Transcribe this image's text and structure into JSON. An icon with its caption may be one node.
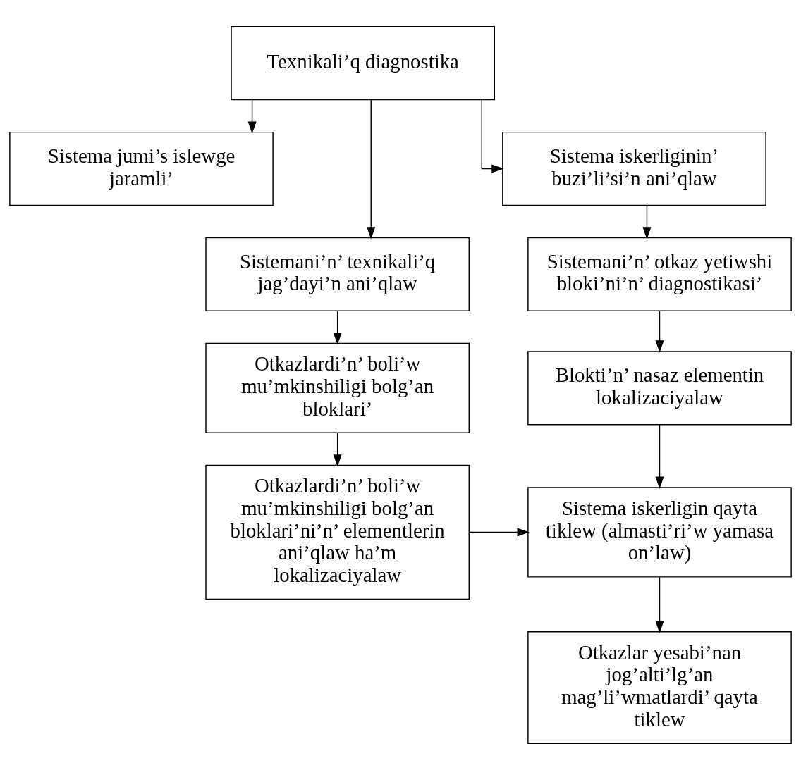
{
  "diagram": {
    "nodes": [
      {
        "text": [
          "Texnikali’q diagnostika"
        ]
      },
      {
        "text": [
          "Sistema jumi’s islewge jaramli’"
        ]
      },
      {
        "text": [
          "Sistema iskerliginin’ buzi’li’si’n ani’qlaw"
        ]
      },
      {
        "text": [
          "Sistemani’n’ texnikali’q jag’dayi’n ani’qlaw"
        ]
      },
      {
        "text": [
          "Sistemani’n’ otkaz yetiwshi bloki’ni’n’ diagnostikasi’"
        ]
      },
      {
        "text": [
          "Otkazlardi’n’ boli’w mu’mkinshiligi bolg’an bloklari’"
        ]
      },
      {
        "text": [
          "Blokti’n’ nasaz elementin lokalizaciyalaw"
        ]
      },
      {
        "text": [
          "Otkazlardi’n’ boli’w mu’mkinshiligi bolg’an bloklari’ni’n’ elementlerin ani’qlaw ha’m lokalizaciyalaw"
        ]
      },
      {
        "text": [
          "Sistema iskerligin qayta tiklew (almasti’ri’w yamasa on’law)"
        ]
      },
      {
        "text": [
          "Otkazlar yesabi’nan jog’alti’lg’an mag’li’wmatlardi’ qayta tiklew"
        ]
      }
    ],
    "edges": [
      {
        "from": 0,
        "to": 2,
        "arrow": "to"
      },
      {
        "from": 0,
        "to": 1,
        "arrow": "to"
      },
      {
        "from": 0,
        "to": 3,
        "arrow": "to"
      },
      {
        "from": 2,
        "to": 4,
        "arrow": "to"
      },
      {
        "from": 3,
        "to": 5,
        "arrow": "to"
      },
      {
        "from": 4,
        "to": 6,
        "arrow": "to"
      },
      {
        "from": 5,
        "to": 7,
        "arrow": "to"
      },
      {
        "from": 6,
        "to": 8,
        "arrow": "to"
      },
      {
        "from": 7,
        "to": 8,
        "arrow": "to"
      },
      {
        "from": 8,
        "to": 9,
        "arrow": "to"
      }
    ]
  }
}
